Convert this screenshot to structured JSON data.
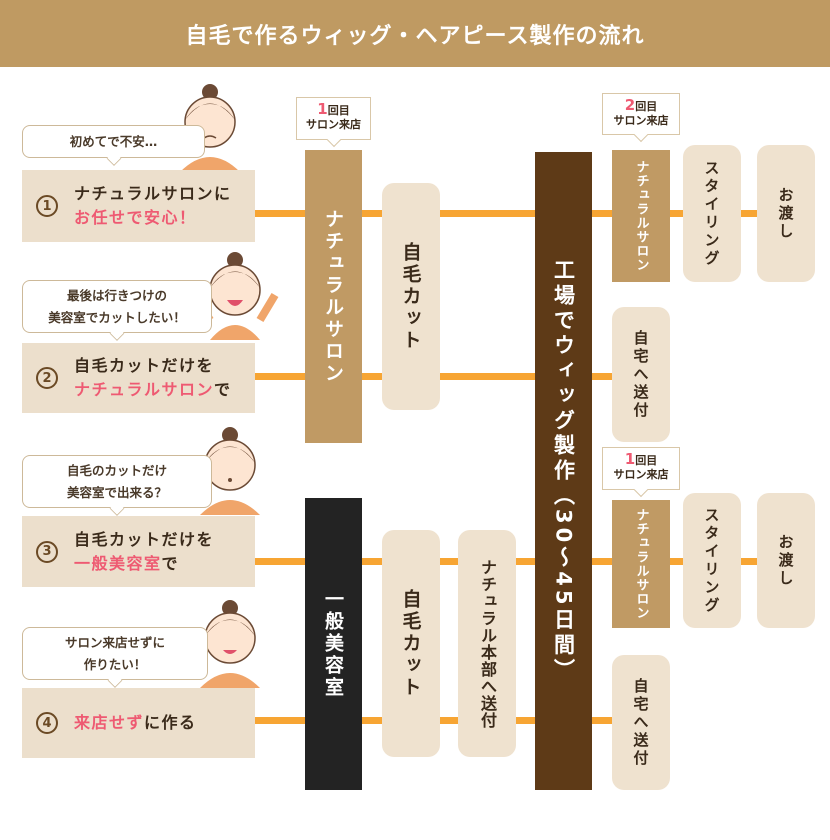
{
  "title": "自毛で作るウィッグ・ヘアピース製作の流れ",
  "rows": [
    {
      "num": "1",
      "bubble": [
        "初めてで不安…"
      ],
      "line1": "ナチュラルサロンに",
      "line1_pink": "",
      "line2_pink": "お任せで安心！",
      "line2": ""
    },
    {
      "num": "2",
      "bubble": [
        "最後は行きつけの",
        "美容室でカットしたい！"
      ],
      "line1": "自毛カットだけを",
      "line2_pink": "ナチュラルサロン",
      "line2": "で"
    },
    {
      "num": "3",
      "bubble": [
        "自毛のカットだけ",
        "美容室で出来る？"
      ],
      "line1": "自毛カットだけを",
      "line2_pink": "一般美容室",
      "line2": "で"
    },
    {
      "num": "4",
      "bubble": [
        "サロン来店せずに",
        "作りたい！"
      ],
      "line1": "",
      "line2_pink": "来店せず",
      "line2": "に作る"
    }
  ],
  "columns": {
    "natural_salon": "ナチュラルサロン",
    "cut_top": "自毛カット",
    "general_salon": "一般美容室",
    "cut_bottom": "自毛カット",
    "send_hq": "ナチュラル本部へ送付",
    "factory": "工場でウィッグ製作（30〜45日間）",
    "salon_top": "ナチュラルサロン",
    "styling_top": "スタイリング",
    "handover_top": "お渡し",
    "home_top": "自宅へ送付",
    "salon_mid": "ナチュラルサロン",
    "styling_mid": "スタイリング",
    "handover_mid": "お渡し",
    "home_bottom": "自宅へ送付"
  },
  "tags": [
    {
      "count": "1",
      "suffix": "回目",
      "text": "サロン来店"
    },
    {
      "count": "2",
      "suffix": "回目",
      "text": "サロン来店"
    },
    {
      "count": "1",
      "suffix": "回目",
      "text": "サロン来店"
    }
  ],
  "colors": {
    "header": "#bf9a62",
    "line": "#f7a533",
    "pink": "#ee5a72",
    "factory": "#5e3a17"
  }
}
